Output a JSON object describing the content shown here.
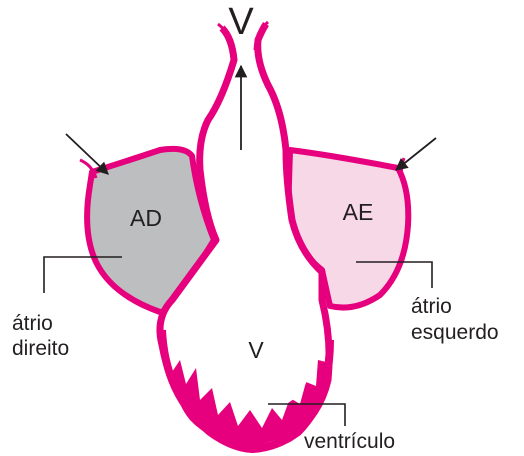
{
  "colors": {
    "wall": "#e6007e",
    "right_atrium_fill": "#bcbec0",
    "left_atrium_fill": "#f7d8e7",
    "ventricle_fill": "#ffffff",
    "text": "#231f20"
  },
  "labels": {
    "top_v": "V",
    "ad": "AD",
    "ae": "AE",
    "ventricle_v": "V",
    "atrio_direito_line1": "átrio",
    "atrio_direito_line2": "direito",
    "atrio_esquerdo_line1": "átrio",
    "atrio_esquerdo_line2": "esquerdo",
    "ventriculo": "ventrículo"
  }
}
